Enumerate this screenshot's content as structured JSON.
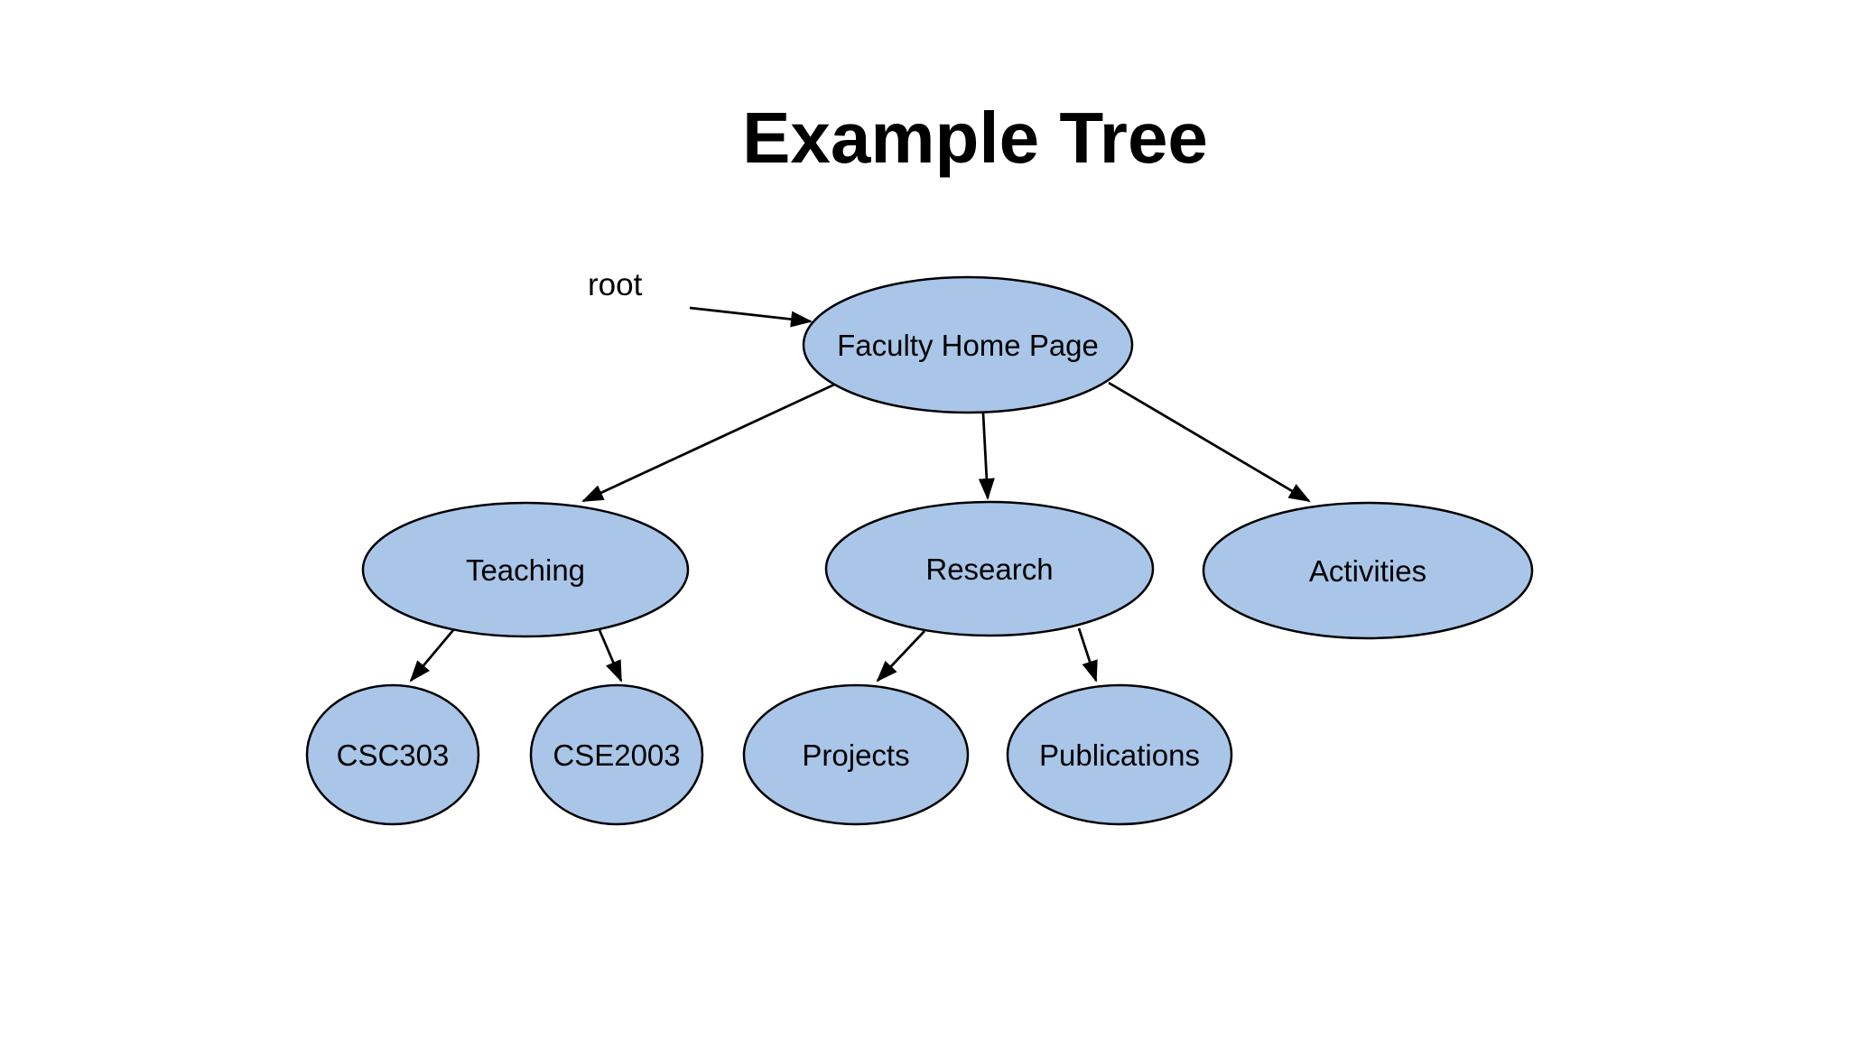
{
  "title": "Example Tree",
  "root_pointer": {
    "label": "root",
    "points_to": "Faculty Home Page"
  },
  "colors": {
    "node_fill": "#A9C6E8",
    "node_stroke": "#000000",
    "arrow": "#000000",
    "text": "#000000",
    "background": "#FFFFFF"
  },
  "nodes": [
    {
      "id": "faculty-home-page",
      "label": "Faculty Home Page",
      "level": 0
    },
    {
      "id": "teaching",
      "label": "Teaching",
      "level": 1
    },
    {
      "id": "research",
      "label": "Research",
      "level": 1
    },
    {
      "id": "activities",
      "label": "Activities",
      "level": 1
    },
    {
      "id": "csc303",
      "label": "CSC303",
      "level": 2
    },
    {
      "id": "cse2003",
      "label": "CSE2003",
      "level": 2
    },
    {
      "id": "projects",
      "label": "Projects",
      "level": 2
    },
    {
      "id": "publications",
      "label": "Publications",
      "level": 2
    }
  ],
  "edges": [
    {
      "from": "faculty-home-page",
      "to": "teaching"
    },
    {
      "from": "faculty-home-page",
      "to": "research"
    },
    {
      "from": "faculty-home-page",
      "to": "activities"
    },
    {
      "from": "teaching",
      "to": "csc303"
    },
    {
      "from": "teaching",
      "to": "cse2003"
    },
    {
      "from": "research",
      "to": "projects"
    },
    {
      "from": "research",
      "to": "publications"
    }
  ]
}
